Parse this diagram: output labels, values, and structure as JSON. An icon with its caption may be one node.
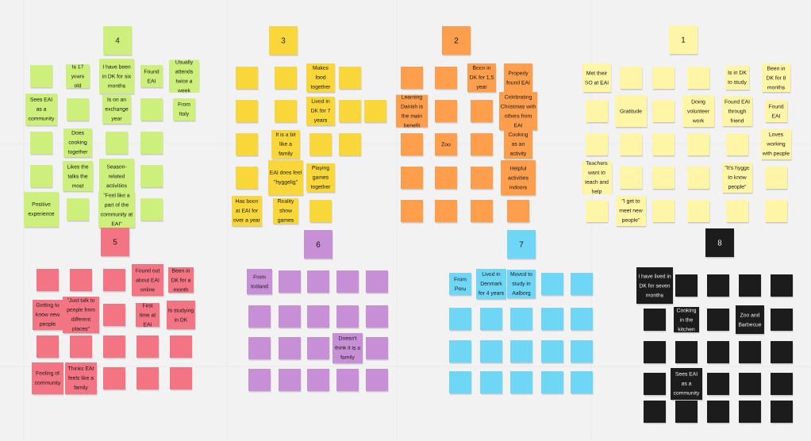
{
  "diagram": {
    "nodes": [
      {
        "text": [
          "4"
        ]
      },
      {
        "text": [],
        "shape": "box"
      },
      {
        "text": [
          "Is 17 years old"
        ]
      },
      {
        "text": [
          "I have been in DK for six months"
        ]
      },
      {
        "text": [
          "Found EAI"
        ]
      },
      {
        "text": [
          "Usually attends twice a week"
        ]
      },
      {
        "text": [
          "Sees EAI as a community"
        ]
      },
      {
        "text": [],
        "shape": "box"
      },
      {
        "text": [
          "Is on an exchange year"
        ]
      },
      {
        "text": [],
        "shape": "box"
      },
      {
        "text": [
          "From Italy"
        ]
      },
      {
        "text": [],
        "shape": "box"
      },
      {
        "text": [
          "Does cooking together"
        ]
      },
      {
        "text": [],
        "shape": "box"
      },
      {
        "text": [],
        "shape": "box"
      },
      {
        "text": [],
        "shape": "box"
      },
      {
        "text": [
          "Likes the talks the most"
        ]
      },
      {
        "text": [
          "Season-related activities"
        ]
      },
      {
        "text": [],
        "shape": "box"
      },
      {
        "text": [
          "Positive experience"
        ]
      },
      {
        "text": [],
        "shape": "box"
      },
      {
        "text": [
          "\"Feel like a part of the community at EAI\""
        ]
      },
      {
        "text": [],
        "shape": "box"
      },
      {
        "text": [
          "3"
        ]
      },
      {
        "text": [],
        "shape": "box"
      },
      {
        "text": [],
        "shape": "box"
      },
      {
        "text": [
          "Makes food together"
        ]
      },
      {
        "text": [],
        "shape": "box"
      },
      {
        "text": [],
        "shape": "box"
      },
      {
        "text": [],
        "shape": "box"
      },
      {
        "text": [
          "Lived in DK for 7 years"
        ]
      },
      {
        "text": [],
        "shape": "box"
      },
      {
        "text": [],
        "shape": "box"
      },
      {
        "text": [],
        "shape": "box"
      },
      {
        "text": [
          "It is a bit like a family"
        ]
      },
      {
        "text": [],
        "shape": "box"
      },
      {
        "text": [],
        "shape": "box"
      },
      {
        "text": [],
        "shape": "box"
      },
      {
        "text": [
          "EAI does feel \"hyggelig\""
        ]
      },
      {
        "text": [
          "Playing games together"
        ]
      },
      {
        "text": [
          "Has been at EAI for over a year"
        ]
      },
      {
        "text": [
          "Reality show games"
        ]
      },
      {
        "text": [],
        "shape": "box"
      },
      {
        "text": [
          "2"
        ]
      },
      {
        "text": [],
        "shape": "box"
      },
      {
        "text": [],
        "shape": "box"
      },
      {
        "text": [
          "Been in DK for 1,5 year"
        ]
      },
      {
        "text": [
          "Properly found EAI"
        ]
      },
      {
        "text": [
          "Learning Danish is the main benefit"
        ]
      },
      {
        "text": [],
        "shape": "box"
      },
      {
        "text": [],
        "shape": "box"
      },
      {
        "text": [
          "Celebrating Christmas with others from EAI"
        ]
      },
      {
        "text": [],
        "shape": "box"
      },
      {
        "text": [
          "Zoo"
        ]
      },
      {
        "text": [],
        "shape": "box"
      },
      {
        "text": [
          "Cooking as an activity"
        ]
      },
      {
        "text": [],
        "shape": "box"
      },
      {
        "text": [],
        "shape": "box"
      },
      {
        "text": [],
        "shape": "box"
      },
      {
        "text": [
          "Helpful activities indoors"
        ]
      },
      {
        "text": [],
        "shape": "box"
      },
      {
        "text": [],
        "shape": "box"
      },
      {
        "text": [],
        "shape": "box"
      },
      {
        "text": [],
        "shape": "box"
      },
      {
        "text": [
          "1"
        ]
      },
      {
        "text": [
          "Met their SO at EAI"
        ]
      },
      {
        "text": [],
        "shape": "box"
      },
      {
        "text": [],
        "shape": "box"
      },
      {
        "text": [],
        "shape": "box"
      },
      {
        "text": [
          "Is in DK to study"
        ]
      },
      {
        "text": [
          "Been in DK for 8 months"
        ]
      },
      {
        "text": [],
        "shape": "box"
      },
      {
        "text": [
          "Gratitude"
        ]
      },
      {
        "text": [],
        "shape": "box"
      },
      {
        "text": [
          "Doing volunteer work"
        ]
      },
      {
        "text": [
          "Found EAI through friend"
        ]
      },
      {
        "text": [
          "Found EAI"
        ]
      },
      {
        "text": [],
        "shape": "box"
      },
      {
        "text": [],
        "shape": "box"
      },
      {
        "text": [],
        "shape": "box"
      },
      {
        "text": [],
        "shape": "box"
      },
      {
        "text": [],
        "shape": "box"
      },
      {
        "text": [
          "Loves working with people"
        ]
      },
      {
        "text": [
          "Teachers want to teach and help"
        ]
      },
      {
        "text": [],
        "shape": "box"
      },
      {
        "text": [],
        "shape": "box"
      },
      {
        "text": [],
        "shape": "box"
      },
      {
        "text": [
          "\"It's hygge to know people\""
        ]
      },
      {
        "text": [],
        "shape": "box"
      },
      {
        "text": [],
        "shape": "box"
      },
      {
        "text": [
          "\"I get to meet new people\""
        ]
      },
      {
        "text": [],
        "shape": "box"
      },
      {
        "text": [],
        "shape": "box"
      },
      {
        "text": [],
        "shape": "box"
      },
      {
        "text": [],
        "shape": "box"
      },
      {
        "text": [
          "5"
        ]
      },
      {
        "text": [],
        "shape": "box"
      },
      {
        "text": [],
        "shape": "box"
      },
      {
        "text": [],
        "shape": "box"
      },
      {
        "text": [
          "Found out about EAI online"
        ]
      },
      {
        "text": [
          "Been in DK for a month"
        ]
      },
      {
        "text": [
          "Getting to know new people"
        ]
      },
      {
        "text": [
          "\"Just talk to people from different places\""
        ]
      },
      {
        "text": [],
        "shape": "box"
      },
      {
        "text": [
          "First time at EAI"
        ]
      },
      {
        "text": [
          "Is studying in DK"
        ]
      },
      {
        "text": [],
        "shape": "box"
      },
      {
        "text": [],
        "shape": "box"
      },
      {
        "text": [],
        "shape": "box"
      },
      {
        "text": [],
        "shape": "box"
      },
      {
        "text": [],
        "shape": "box"
      },
      {
        "text": [
          "Feeling of community"
        ]
      },
      {
        "text": [
          "Thinks EAI feels like a family"
        ]
      },
      {
        "text": [],
        "shape": "box"
      },
      {
        "text": [],
        "shape": "box"
      },
      {
        "text": [],
        "shape": "box"
      },
      {
        "text": [
          "6"
        ]
      },
      {
        "text": [
          "From Iceland"
        ]
      },
      {
        "text": [],
        "shape": "box"
      },
      {
        "text": [],
        "shape": "box"
      },
      {
        "text": [],
        "shape": "box"
      },
      {
        "text": [],
        "shape": "box"
      },
      {
        "text": [],
        "shape": "box"
      },
      {
        "text": [],
        "shape": "box"
      },
      {
        "text": [],
        "shape": "box"
      },
      {
        "text": [],
        "shape": "box"
      },
      {
        "text": [],
        "shape": "box"
      },
      {
        "text": [],
        "shape": "box"
      },
      {
        "text": [],
        "shape": "box"
      },
      {
        "text": [],
        "shape": "box"
      },
      {
        "text": [
          "Doesn't think it is a family"
        ]
      },
      {
        "text": [],
        "shape": "box"
      },
      {
        "text": [],
        "shape": "box"
      },
      {
        "text": [],
        "shape": "box"
      },
      {
        "text": [],
        "shape": "box"
      },
      {
        "text": [],
        "shape": "box"
      },
      {
        "text": [],
        "shape": "box"
      },
      {
        "text": [
          "7"
        ]
      },
      {
        "text": [
          "From Peru"
        ]
      },
      {
        "text": [
          "Lived in Denmark for 4 years"
        ]
      },
      {
        "text": [
          "Moved to study in Aalborg"
        ]
      },
      {
        "text": [],
        "shape": "box"
      },
      {
        "text": [],
        "shape": "box"
      },
      {
        "text": [],
        "shape": "box"
      },
      {
        "text": [],
        "shape": "box"
      },
      {
        "text": [],
        "shape": "box"
      },
      {
        "text": [],
        "shape": "box"
      },
      {
        "text": [],
        "shape": "box"
      },
      {
        "text": [],
        "shape": "box"
      },
      {
        "text": [],
        "shape": "box"
      },
      {
        "text": [],
        "shape": "box"
      },
      {
        "text": [],
        "shape": "box"
      },
      {
        "text": [],
        "shape": "box"
      },
      {
        "text": [],
        "shape": "box"
      },
      {
        "text": [],
        "shape": "box"
      },
      {
        "text": [],
        "shape": "box"
      },
      {
        "text": [],
        "shape": "box"
      },
      {
        "text": [],
        "shape": "box"
      },
      {
        "text": [
          "8"
        ]
      },
      {
        "text": [
          "I have lived in DK for seven months"
        ]
      },
      {
        "text": [],
        "shape": "box"
      },
      {
        "text": [],
        "shape": "box"
      },
      {
        "text": [],
        "shape": "box"
      },
      {
        "text": [],
        "shape": "box"
      },
      {
        "text": [],
        "shape": "box"
      },
      {
        "text": [
          "Cooking in the kitchen"
        ]
      },
      {
        "text": [],
        "shape": "box"
      },
      {
        "text": [
          "Zoo and Barbecue"
        ]
      },
      {
        "text": [],
        "shape": "box"
      },
      {
        "text": [],
        "shape": "box"
      },
      {
        "text": [],
        "shape": "box"
      },
      {
        "text": [],
        "shape": "box"
      },
      {
        "text": [],
        "shape": "box"
      },
      {
        "text": [],
        "shape": "box"
      },
      {
        "text": [],
        "shape": "box"
      },
      {
        "text": [
          "Sees EAI as a community"
        ]
      },
      {
        "text": [],
        "shape": "box"
      },
      {
        "text": [],
        "shape": "box"
      },
      {
        "text": [],
        "shape": "box"
      },
      {
        "text": [],
        "shape": "box"
      },
      {
        "text": [],
        "shape": "box"
      },
      {
        "text": [],
        "shape": "box"
      },
      {
        "text": [],
        "shape": "box"
      },
      {
        "text": [],
        "shape": "box"
      }
    ]
  }
}
